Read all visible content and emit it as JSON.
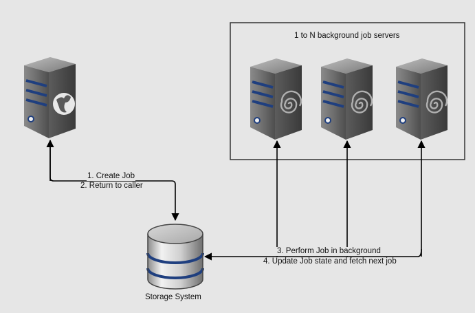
{
  "cluster": {
    "title": "1 to N background job servers",
    "server_count": 3
  },
  "app_server": {
    "icon": "globe-icon"
  },
  "job_server": {
    "icon": "spiral-icon"
  },
  "storage": {
    "label": "Storage System"
  },
  "edges": {
    "create_job": "1. Create Job",
    "return_to_caller": "2. Return to caller",
    "perform_job": "3. Perform Job in background",
    "update_job": "4. Update Job state and fetch next job"
  },
  "colors": {
    "background": "#e6e6e6",
    "server_body": "#5b5b5b",
    "server_stripe": "#1f3f7f",
    "disk_stripe": "#1f3f7f",
    "arrow": "#000000",
    "frame": "#333333"
  }
}
